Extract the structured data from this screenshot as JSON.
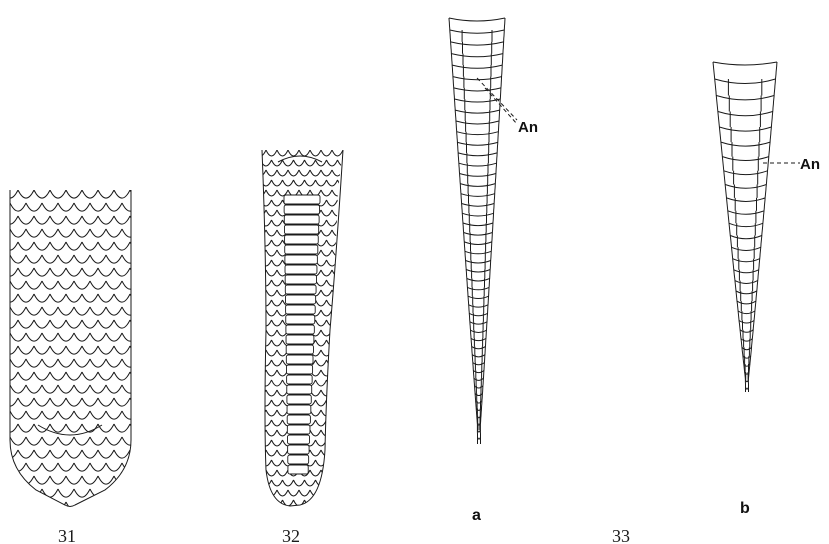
{
  "figures": [
    {
      "number": "31"
    },
    {
      "number": "32"
    },
    {
      "number": "33",
      "panels": [
        {
          "letter": "a",
          "annotation": "An"
        },
        {
          "letter": "b",
          "annotation": "An"
        }
      ]
    }
  ]
}
